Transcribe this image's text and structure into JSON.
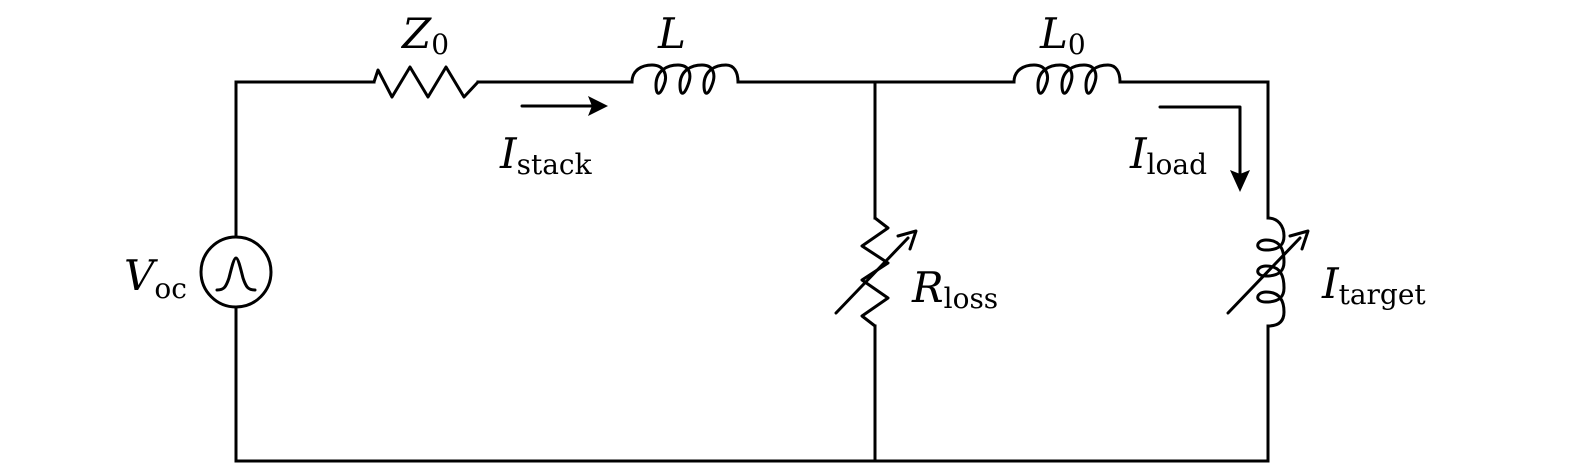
{
  "diagram": {
    "type": "circuit-schematic",
    "components": {
      "source": {
        "symbol": "V",
        "subscript": "oc",
        "kind": "pulse-voltage-source"
      },
      "z0": {
        "symbol": "Z",
        "subscript": "0",
        "kind": "resistor"
      },
      "l": {
        "symbol": "L",
        "subscript": "",
        "kind": "inductor"
      },
      "l0": {
        "symbol": "L",
        "subscript": "0",
        "kind": "inductor"
      },
      "rloss": {
        "symbol": "R",
        "subscript": "loss",
        "kind": "variable-resistor"
      },
      "target": {
        "symbol": "I",
        "subscript": "target",
        "kind": "variable-inductor"
      }
    },
    "currents": {
      "stack": {
        "symbol": "I",
        "subscript": "stack",
        "direction": "right"
      },
      "load": {
        "symbol": "I",
        "subscript": "load",
        "direction": "down"
      }
    },
    "colors": {
      "stroke": "#000000",
      "background": "#ffffff"
    }
  }
}
